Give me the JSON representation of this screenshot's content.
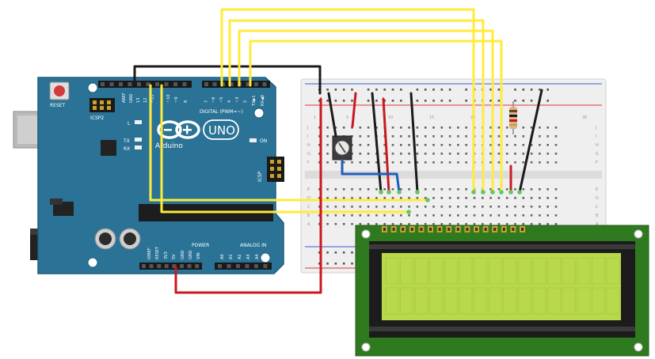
{
  "arduino": {
    "brand": "Arduino",
    "model": "UNO",
    "reset_label": "RESET",
    "icsp2_label": "ICSP2",
    "icsp_label": "ICSP",
    "led_l": "L",
    "led_tx": "TX",
    "led_rx": "RX",
    "on_label": "ON",
    "aref": "AREF",
    "gnd_top": "GND",
    "pin13": "13",
    "pin12": "12",
    "pin11": "~11",
    "pin10": "~10",
    "pin9": "~9",
    "pin8": "8",
    "pin7": "7",
    "pin6": "~6",
    "pin5": "~5",
    "pin4": "4",
    "pin3": "~3",
    "pin2": "2",
    "pin1": "TX▶1",
    "pin0": "RX◀0",
    "digital_label": "DIGITAL (PWM=~)",
    "power_label": "POWER",
    "analog_label": "ANALOG IN",
    "p_ioref": "IOREF",
    "p_reset": "RESET",
    "p_3v3": "3V3",
    "p_5v": "5V",
    "p_gnd1": "GND",
    "p_gnd2": "GND",
    "p_vin": "VIN",
    "a0": "A0",
    "a1": "A1",
    "a2": "A2",
    "a3": "A3",
    "a4": "A4",
    "a5": "A5"
  },
  "breadboard": {
    "row_letters_left": [
      "J",
      "I",
      "H",
      "G",
      "F",
      "E",
      "D",
      "C",
      "B",
      "A"
    ],
    "row_letters_right": [
      "J",
      "I",
      "H",
      "G",
      "F",
      "E",
      "D",
      "C",
      "B",
      "A"
    ],
    "col_1": "1",
    "col_5": "5",
    "col_10": "10",
    "col_15": "15",
    "col_20": "20",
    "col_25": "25",
    "col_30": "30"
  },
  "colors": {
    "board": "#2a7396",
    "board_edge": "#1e5d7c",
    "wire_yellow": "#ffeb3b",
    "wire_black": "#1b1b1b",
    "wire_red": "#c8191f",
    "wire_blue": "#1f5fb8",
    "lcd_pcb": "#2f7a1f",
    "lcd_screen": "#b9d94c",
    "breadboard": "#f2f2f2"
  }
}
